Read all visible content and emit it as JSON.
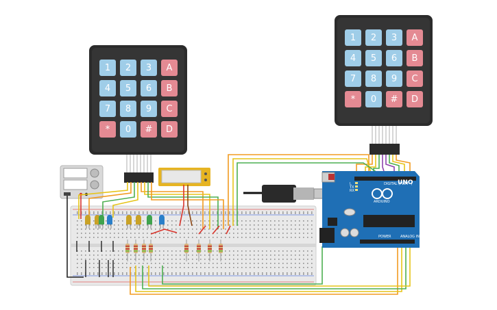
{
  "keypad_left": {
    "rows": [
      [
        "1",
        "2",
        "3",
        "A"
      ],
      [
        "4",
        "5",
        "6",
        "B"
      ],
      [
        "7",
        "8",
        "9",
        "C"
      ],
      [
        "*",
        "0",
        "#",
        "D"
      ]
    ]
  },
  "keypad_right": {
    "rows": [
      [
        "1",
        "2",
        "3",
        "A"
      ],
      [
        "4",
        "5",
        "6",
        "B"
      ],
      [
        "7",
        "8",
        "9",
        "C"
      ],
      [
        "*",
        "0",
        "#",
        "D"
      ]
    ]
  },
  "arduino": {
    "brand": "UNO",
    "logo_text": "ARDUINO",
    "digital_label": "DIGITAL (PWM~)",
    "power_label": "POWER",
    "analog_label": "ANALOG IN",
    "tx_label": "TX",
    "rx_label": "RX",
    "l_label": "L"
  },
  "colors": {
    "keypad_body": "#2b2b2b",
    "key_number": "#9fcde8",
    "key_letter": "#e48a93",
    "board": "#1f6fb5",
    "breadboard": "#e8e8e8",
    "wire_orange": "#f29b21",
    "wire_yellow": "#e6c419",
    "wire_green": "#4caf50",
    "wire_red": "#d9342b",
    "wire_purple": "#8e44ad"
  },
  "leds": [
    "yellow",
    "yellow",
    "green",
    "blue",
    "yellow",
    "yellow",
    "green",
    "blue"
  ]
}
